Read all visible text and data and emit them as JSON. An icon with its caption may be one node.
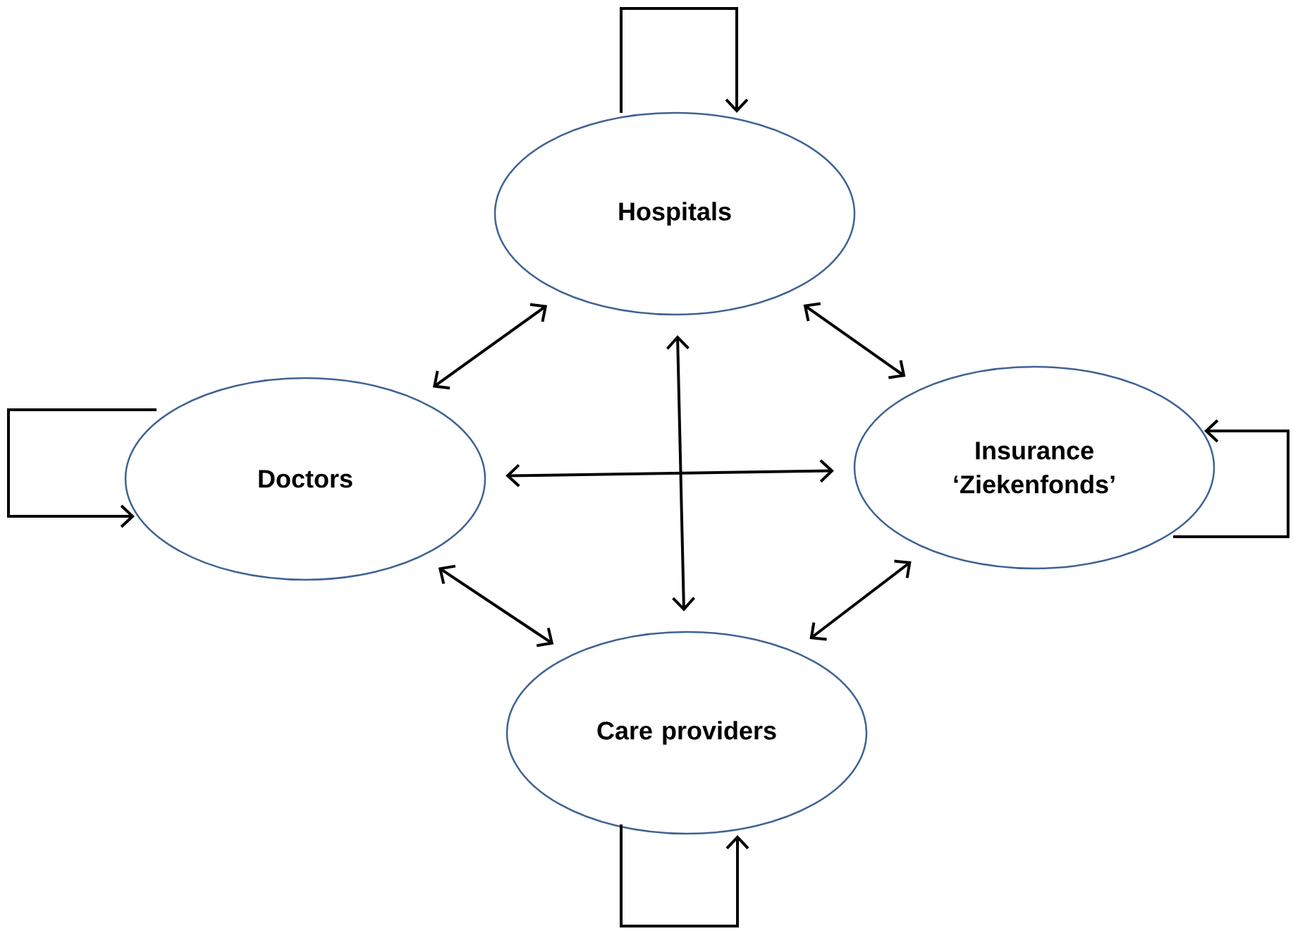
{
  "diagram": {
    "nodes": [
      {
        "text": [
          "Hospitals"
        ]
      },
      {
        "text": [
          "Doctors"
        ]
      },
      {
        "text": [
          "Insurance ‘Ziekenfonds’"
        ]
      },
      {
        "text": [
          "Care providers"
        ]
      }
    ],
    "edges": [
      {
        "from": 0,
        "to": 0,
        "arrow": "to"
      },
      {
        "from": 1,
        "to": 1,
        "arrow": "to"
      },
      {
        "from": 2,
        "to": 2,
        "arrow": "to"
      },
      {
        "from": 3,
        "to": 3,
        "arrow": "to"
      },
      {
        "from": 1,
        "to": 0,
        "arrow": "both"
      },
      {
        "from": 0,
        "to": 2,
        "arrow": "both"
      },
      {
        "from": 1,
        "to": 3,
        "arrow": "both"
      },
      {
        "from": 3,
        "to": 2,
        "arrow": "both"
      },
      {
        "from": 0,
        "to": 3,
        "arrow": "both"
      },
      {
        "from": 1,
        "to": 2,
        "arrow": "both"
      }
    ]
  }
}
